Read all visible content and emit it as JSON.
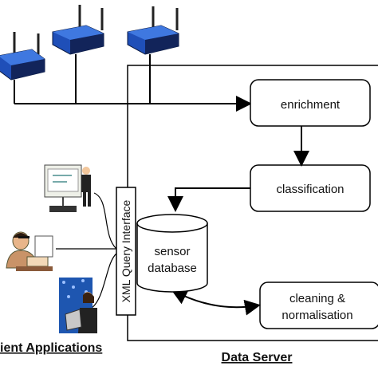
{
  "boxes": {
    "enrichment": "enrichment",
    "classification": "classification",
    "cleaning_line1": "cleaning &",
    "cleaning_line2": "normalisation"
  },
  "database": {
    "line1": "sensor",
    "line2": "database"
  },
  "interface_label": "XML Query Interface",
  "captions": {
    "client": "ient Applications",
    "server": "Data Server"
  },
  "icons": {
    "routers": [
      "wireless-router-icon",
      "wireless-router-icon",
      "wireless-router-icon",
      "wireless-router-icon"
    ],
    "clients": [
      "presenter-clipart-icon",
      "office-worker-clipart-icon",
      "laptop-user-clipart-icon"
    ]
  },
  "colors": {
    "router_blue": "#1f4fb8",
    "router_dark": "#101830",
    "line": "#000000"
  }
}
